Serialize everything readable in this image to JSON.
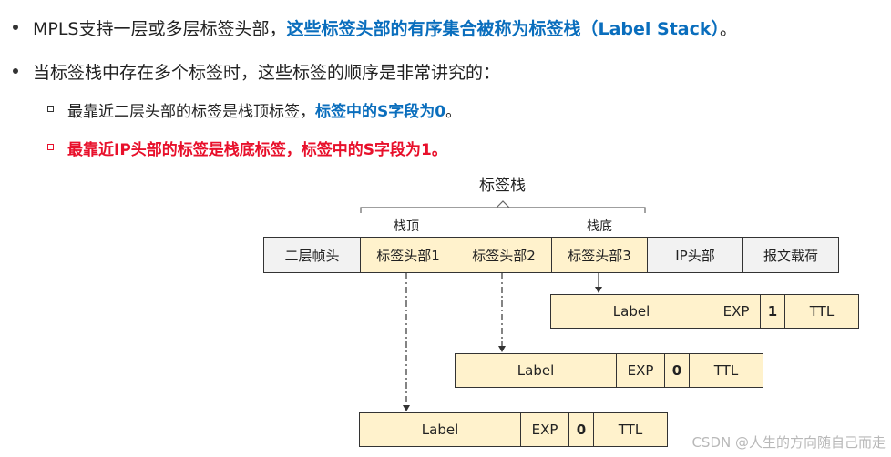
{
  "bullets": [
    {
      "plain": "MPLS支持一层或多层标签头部，",
      "highlight": "这些标签头部的有序集合被称为标签栈（Label Stack）",
      "tail": "。"
    },
    {
      "plain": "当标签栈中存在多个标签时，这些标签的顺序是非常讲究的："
    }
  ],
  "sub_bullets": [
    {
      "plain": "最靠近二层头部的标签是栈顶标签，",
      "highlight": "标签中的S字段为0",
      "tail": "。"
    },
    {
      "text": "最靠近IP头部的标签是栈底标签，标签中的S字段为1。"
    }
  ],
  "diagram": {
    "stack_title": "标签栈",
    "top_label": "栈顶",
    "bottom_label": "栈底",
    "frame": [
      "二层帧头",
      "标签头部1",
      "标签头部2",
      "标签头部3",
      "IP头部",
      "报文载荷"
    ],
    "labels": [
      {
        "label": "Label",
        "exp": "EXP",
        "s": "1",
        "ttl": "TTL"
      },
      {
        "label": "Label",
        "exp": "EXP",
        "s": "0",
        "ttl": "TTL"
      },
      {
        "label": "Label",
        "exp": "EXP",
        "s": "0",
        "ttl": "TTL"
      }
    ]
  },
  "watermark": "CSDN @人生的方向随自己而走"
}
